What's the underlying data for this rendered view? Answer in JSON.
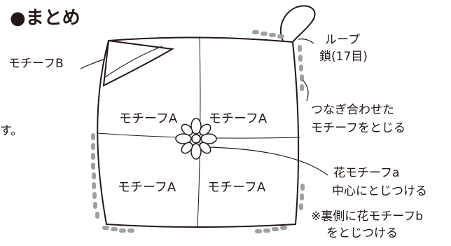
{
  "title": "●まとめ",
  "labels": {
    "loop_line1": "ループ",
    "loop_line2": "鎖(17目)",
    "motif_b": "モチーフB",
    "edge_left": "す。",
    "join_line1": "つなぎ合わせた",
    "join_line2": "モチーフをとじる",
    "motif_a_tl": "モチーフA",
    "motif_a_tr": "モチーフA",
    "motif_a_bl": "モチーフA",
    "motif_a_br": "モチーフA",
    "flower_line1": "花モチーフa",
    "flower_line2": "中心にとじつける",
    "back_line1": "※裏側に花モチーフb",
    "back_line2": "をとじつける"
  },
  "colors": {
    "ink": "#231815",
    "stitch": "#a0a0a0"
  }
}
